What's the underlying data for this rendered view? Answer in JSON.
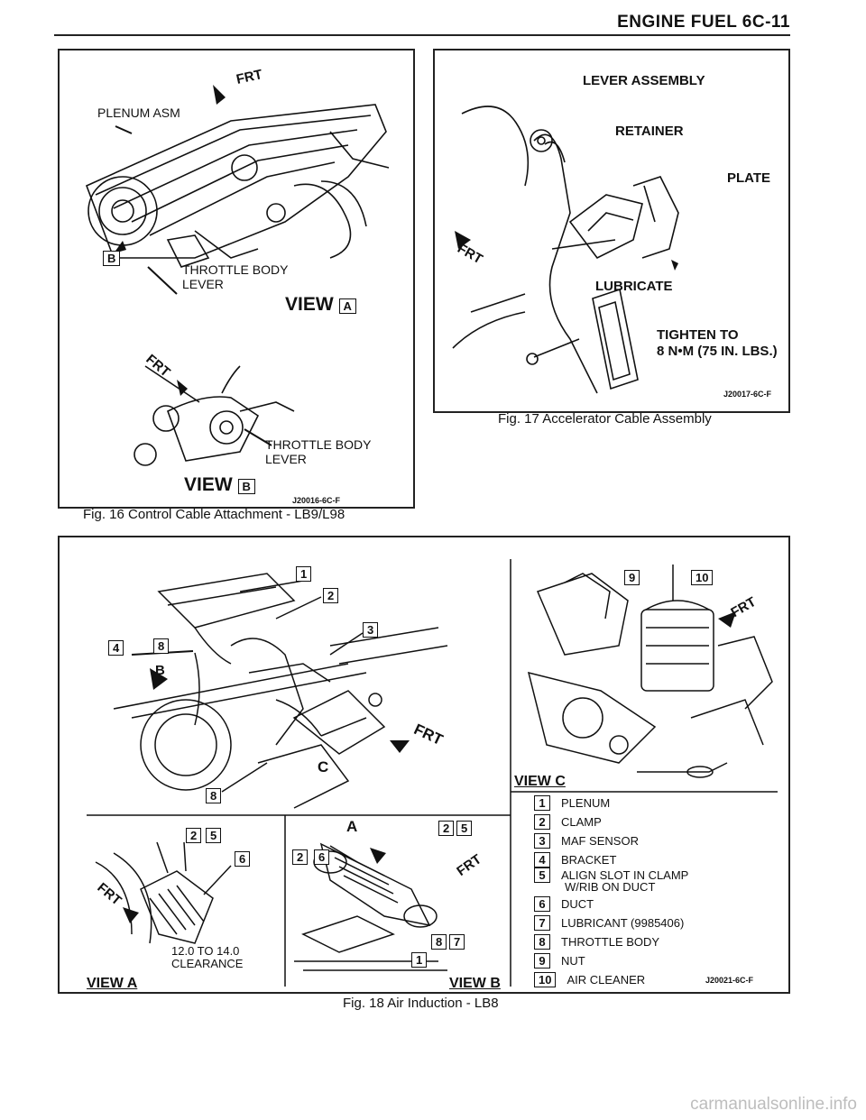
{
  "header": {
    "title": "ENGINE FUEL 6C-11"
  },
  "fig16": {
    "caption": "Fig. 16 Control Cable Attachment - LB9/L98",
    "code": "J20016-6C-F",
    "labels": {
      "plenum": "PLENUM ASM",
      "throttle_top_1": "THROTTLE BODY",
      "throttle_top_2": "LEVER",
      "view_a": "VIEW",
      "view_a_box": "A",
      "throttle_bot_1": "THROTTLE BODY",
      "throttle_bot_2": "LEVER",
      "view_b": "VIEW",
      "view_b_box": "B",
      "b_marker": "B",
      "frt_1": "FRT",
      "frt_2": "FRT"
    }
  },
  "fig17": {
    "caption": "Fig. 17 Accelerator Cable Assembly",
    "code": "J20017-6C-F",
    "labels": {
      "lever": "LEVER ASSEMBLY",
      "retainer": "RETAINER",
      "plate": "PLATE",
      "lubricate": "LUBRICATE",
      "tighten_1": "TIGHTEN TO",
      "tighten_2": "8 N•m (75 IN. LBS.)",
      "frt": "FRT"
    }
  },
  "fig18": {
    "caption": "Fig. 18 Air Induction - LB8",
    "code": "J20021-6C-F",
    "view_a": "VIEW A",
    "view_b": "VIEW B",
    "view_c": "VIEW C",
    "clearance_1": "12.0 TO 14.0",
    "clearance_2": "CLEARANCE",
    "marker_a": "A",
    "marker_b": "B",
    "marker_c": "C",
    "frt": "FRT",
    "callouts": [
      "1",
      "2",
      "3",
      "4",
      "8",
      "9",
      "10",
      "6",
      "2",
      "5",
      "2",
      "6",
      "8",
      "7",
      "1",
      "2",
      "5"
    ],
    "legend": [
      {
        "num": "1",
        "text": "PLENUM"
      },
      {
        "num": "2",
        "text": "CLAMP"
      },
      {
        "num": "3",
        "text": "MAF SENSOR"
      },
      {
        "num": "4",
        "text": "BRACKET"
      },
      {
        "num": "5",
        "text": "ALIGN SLOT IN CLAMP"
      },
      {
        "num": "",
        "text": "W/RIB ON DUCT"
      },
      {
        "num": "6",
        "text": "DUCT"
      },
      {
        "num": "7",
        "text": "LUBRICANT (9985406)"
      },
      {
        "num": "8",
        "text": "THROTTLE BODY"
      },
      {
        "num": "9",
        "text": "NUT"
      },
      {
        "num": "10",
        "text": "AIR CLEANER"
      }
    ]
  },
  "footer": {
    "watermark": "carmanualsonline.info"
  }
}
